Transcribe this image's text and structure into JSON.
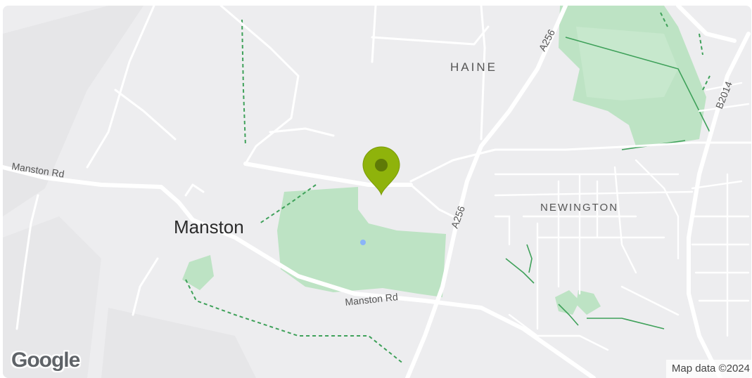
{
  "map": {
    "labels": {
      "haine": "HAINE",
      "newington": "NEWINGTON",
      "manston": "Manston",
      "manston_rd_west": "Manston Rd",
      "manston_rd_south": "Manston Rd",
      "a256_north": "A256",
      "a256_south": "A256",
      "b2014": "B2014"
    },
    "attribution": "Map data ©2024",
    "logo": "Google",
    "marker": {
      "color": "#8fb30b",
      "inner_color": "#5f7a07",
      "icon": "map-pin-icon"
    },
    "colors": {
      "background": "#ededef",
      "road": "#ffffff",
      "park": "#bde3c4",
      "path": "#3fa15a",
      "water": "#8ab4f8"
    }
  }
}
